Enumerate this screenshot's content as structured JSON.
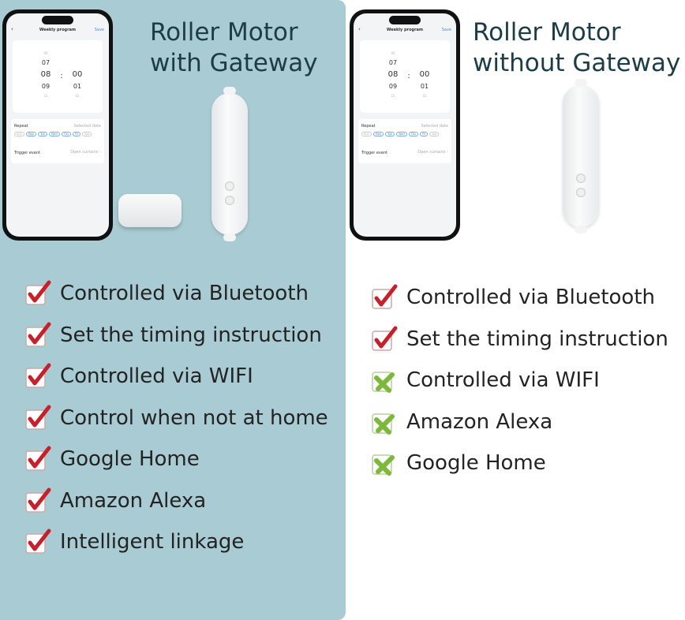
{
  "with_gateway": {
    "title_line1": "Roller Motor",
    "title_line2": "with Gateway",
    "features": [
      "Controlled via Bluetooth",
      "Set the timing instruction",
      "Controlled via WIFI",
      "Control when not at home",
      "Google Home",
      "Amazon Alexa",
      "Intelligent linkage"
    ],
    "feature_status": [
      "check",
      "check",
      "check",
      "check",
      "check",
      "check",
      "check"
    ]
  },
  "without_gateway": {
    "title_line1": "Roller Motor",
    "title_line2": "without Gateway",
    "features": [
      "Controlled via Bluetooth",
      "Set the timing instruction",
      "Controlled via WIFI",
      "Amazon Alexa",
      "Google Home"
    ],
    "feature_status": [
      "check",
      "check",
      "cross",
      "cross",
      "cross"
    ]
  },
  "phone": {
    "header": "Weekly program",
    "save": "Save",
    "hours": [
      "06",
      "07",
      "08",
      "09",
      "10"
    ],
    "minutes": [
      "00",
      "01",
      "02"
    ],
    "sep": ":",
    "repeat": "Repeat",
    "selected": "Selected date",
    "days": [
      "Sun",
      "Mon",
      "Tue",
      "Wed",
      "Thu",
      "Fri",
      "Sat"
    ],
    "days_on": [
      false,
      true,
      true,
      true,
      true,
      true,
      false
    ],
    "trigger": "Trigger event",
    "trigger_value": "Open curtains"
  },
  "colors": {
    "panel": "#a9cbd3",
    "title": "#1c3c46",
    "check": "#c8202a",
    "cross": "#7cb83a"
  }
}
